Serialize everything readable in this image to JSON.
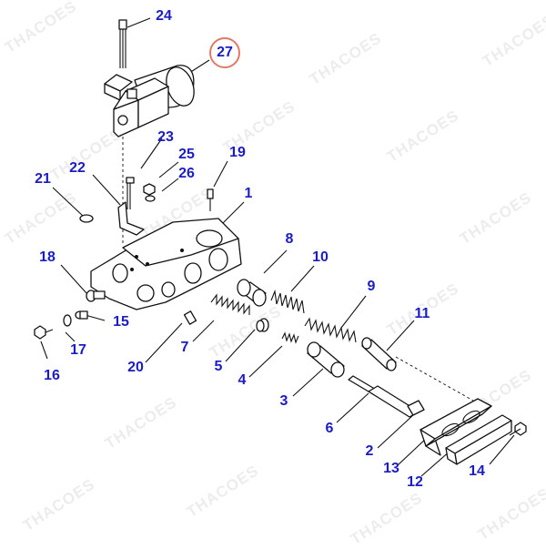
{
  "watermark": "THACOES",
  "highlight_color": "#e07a66",
  "label_color": "#1c1cc4",
  "callouts": [
    "1",
    "2",
    "3",
    "4",
    "5",
    "6",
    "7",
    "8",
    "9",
    "10",
    "11",
    "12",
    "13",
    "14",
    "15",
    "16",
    "17",
    "18",
    "19",
    "20",
    "21",
    "22",
    "23",
    "24",
    "25",
    "26",
    "27"
  ],
  "highlighted_callout": "27"
}
